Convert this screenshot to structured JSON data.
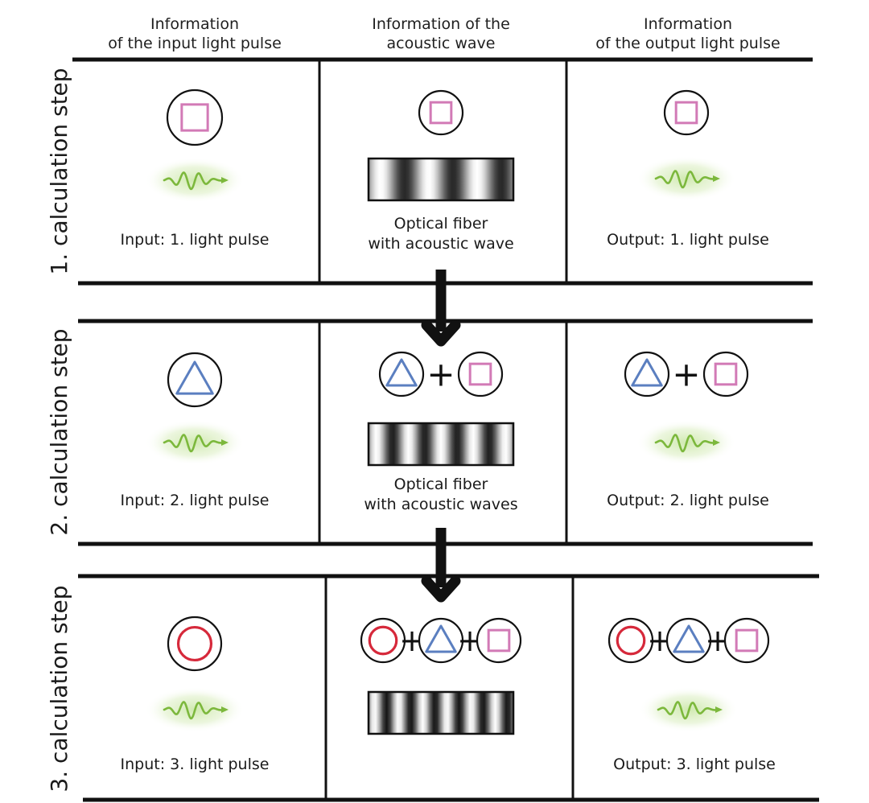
{
  "headers": {
    "input": [
      "Information",
      "of the input light pulse"
    ],
    "acoustic": [
      "Information of the",
      "acoustic wave"
    ],
    "output": [
      "Information",
      "of the output light pulse"
    ]
  },
  "rows": [
    {
      "step_label": "1. calculation step",
      "input_label": "Input: 1. light pulse",
      "fiber_label": [
        "Optical fiber",
        "with acoustic wave"
      ],
      "output_label": "Output: 1. light pulse",
      "input_symbol": "square",
      "fiber_symbols": [
        "square"
      ],
      "output_symbols": [
        "square"
      ]
    },
    {
      "step_label": "2. calculation step",
      "input_label": "Input: 2. light pulse",
      "fiber_label": [
        "Optical fiber",
        "with acoustic waves"
      ],
      "output_label": "Output: 2. light pulse",
      "input_symbol": "triangle",
      "fiber_symbols": [
        "triangle",
        "square"
      ],
      "output_symbols": [
        "triangle",
        "square"
      ]
    },
    {
      "step_label": "3. calculation step",
      "input_label": "Input: 3. light pulse",
      "fiber_label": [],
      "output_label": "Output: 3. light pulse",
      "input_symbol": "circle",
      "fiber_symbols": [
        "circle",
        "triangle",
        "square"
      ],
      "output_symbols": [
        "circle",
        "triangle",
        "square"
      ]
    }
  ],
  "plus_sign": "+",
  "colors": {
    "square": "#d27ab6",
    "triangle": "#5b7fc0",
    "circle": "#d6293b",
    "wave": "#7cb83c",
    "glow": "#c9e6a5",
    "line": "#111111"
  }
}
